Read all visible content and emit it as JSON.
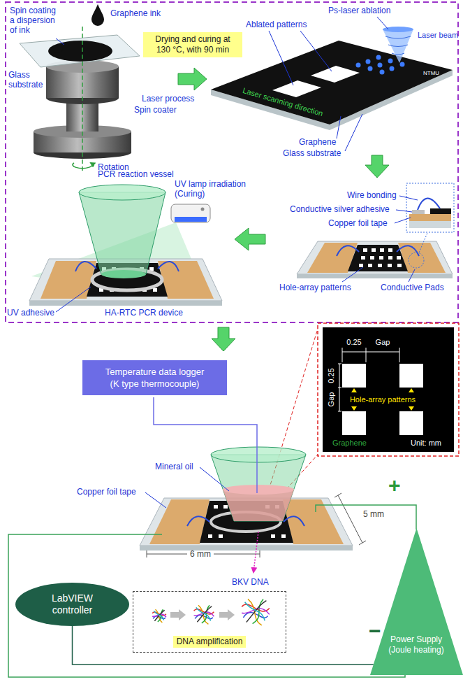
{
  "diagram": {
    "nodes": [
      {
        "text": [
          "Drying and curing at 130 °C, with 90 min"
        ]
      },
      {
        "text": [
          "Temperature data logger (K type thermocouple)"
        ]
      },
      {
        "text": [
          "LabVIEW controller"
        ]
      },
      {
        "text": [
          "Power Supply (Joule heating)"
        ]
      },
      {
        "text": [
          "DNA amplification"
        ]
      }
    ],
    "edges": [
      {
        "from": 2,
        "to": 3,
        "arrow": "none"
      }
    ],
    "labels": [
      "Spin coating a dispersion of ink",
      "Graphene ink",
      "Glass substrate",
      "Spin coater",
      "Rotation",
      "Laser process",
      "Ablated patterns",
      "Ps-laser ablation",
      "Laser beam",
      "Laser scanning direction",
      "NTMU",
      "Graphene",
      "Glass substrate",
      "Wire bonding",
      "Conductive silver adhesive",
      "Copper foil tape",
      "Hole-array patterns",
      "Conductive Pads",
      "PCR reaction vessel",
      "UV lamp irradiation (Curing)",
      "UV adhesive",
      "HA-RTC PCR device",
      "Mineral oil",
      "Copper foil tape",
      "6 mm",
      "5 mm",
      "BKV DNA",
      "+",
      "−",
      "0.25",
      "Gap",
      "0.25",
      "Gap",
      "Hole-array patterns",
      "Graphene",
      "Unit: mm"
    ]
  }
}
